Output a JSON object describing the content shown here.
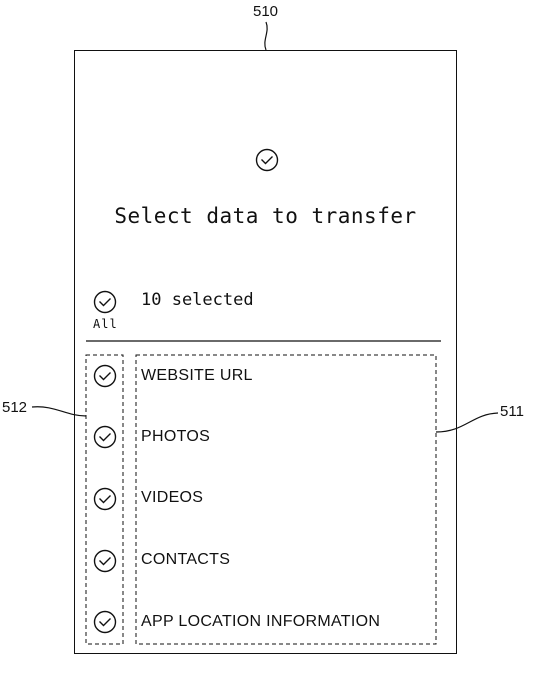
{
  "refs": {
    "device": "510",
    "list": "511",
    "checks": "512"
  },
  "screen": {
    "title": "Select data to transfer",
    "selected_count": "10 selected",
    "all_label": "All"
  },
  "items": [
    {
      "label": "WEBSITE URL",
      "icon": "check-circle-icon"
    },
    {
      "label": "PHOTOS",
      "icon": "check-circle-icon"
    },
    {
      "label": "VIDEOS",
      "icon": "check-circle-icon"
    },
    {
      "label": "CONTACTS",
      "icon": "check-circle-icon"
    },
    {
      "label": "APP LOCATION INFORMATION",
      "icon": "check-circle-icon"
    }
  ]
}
